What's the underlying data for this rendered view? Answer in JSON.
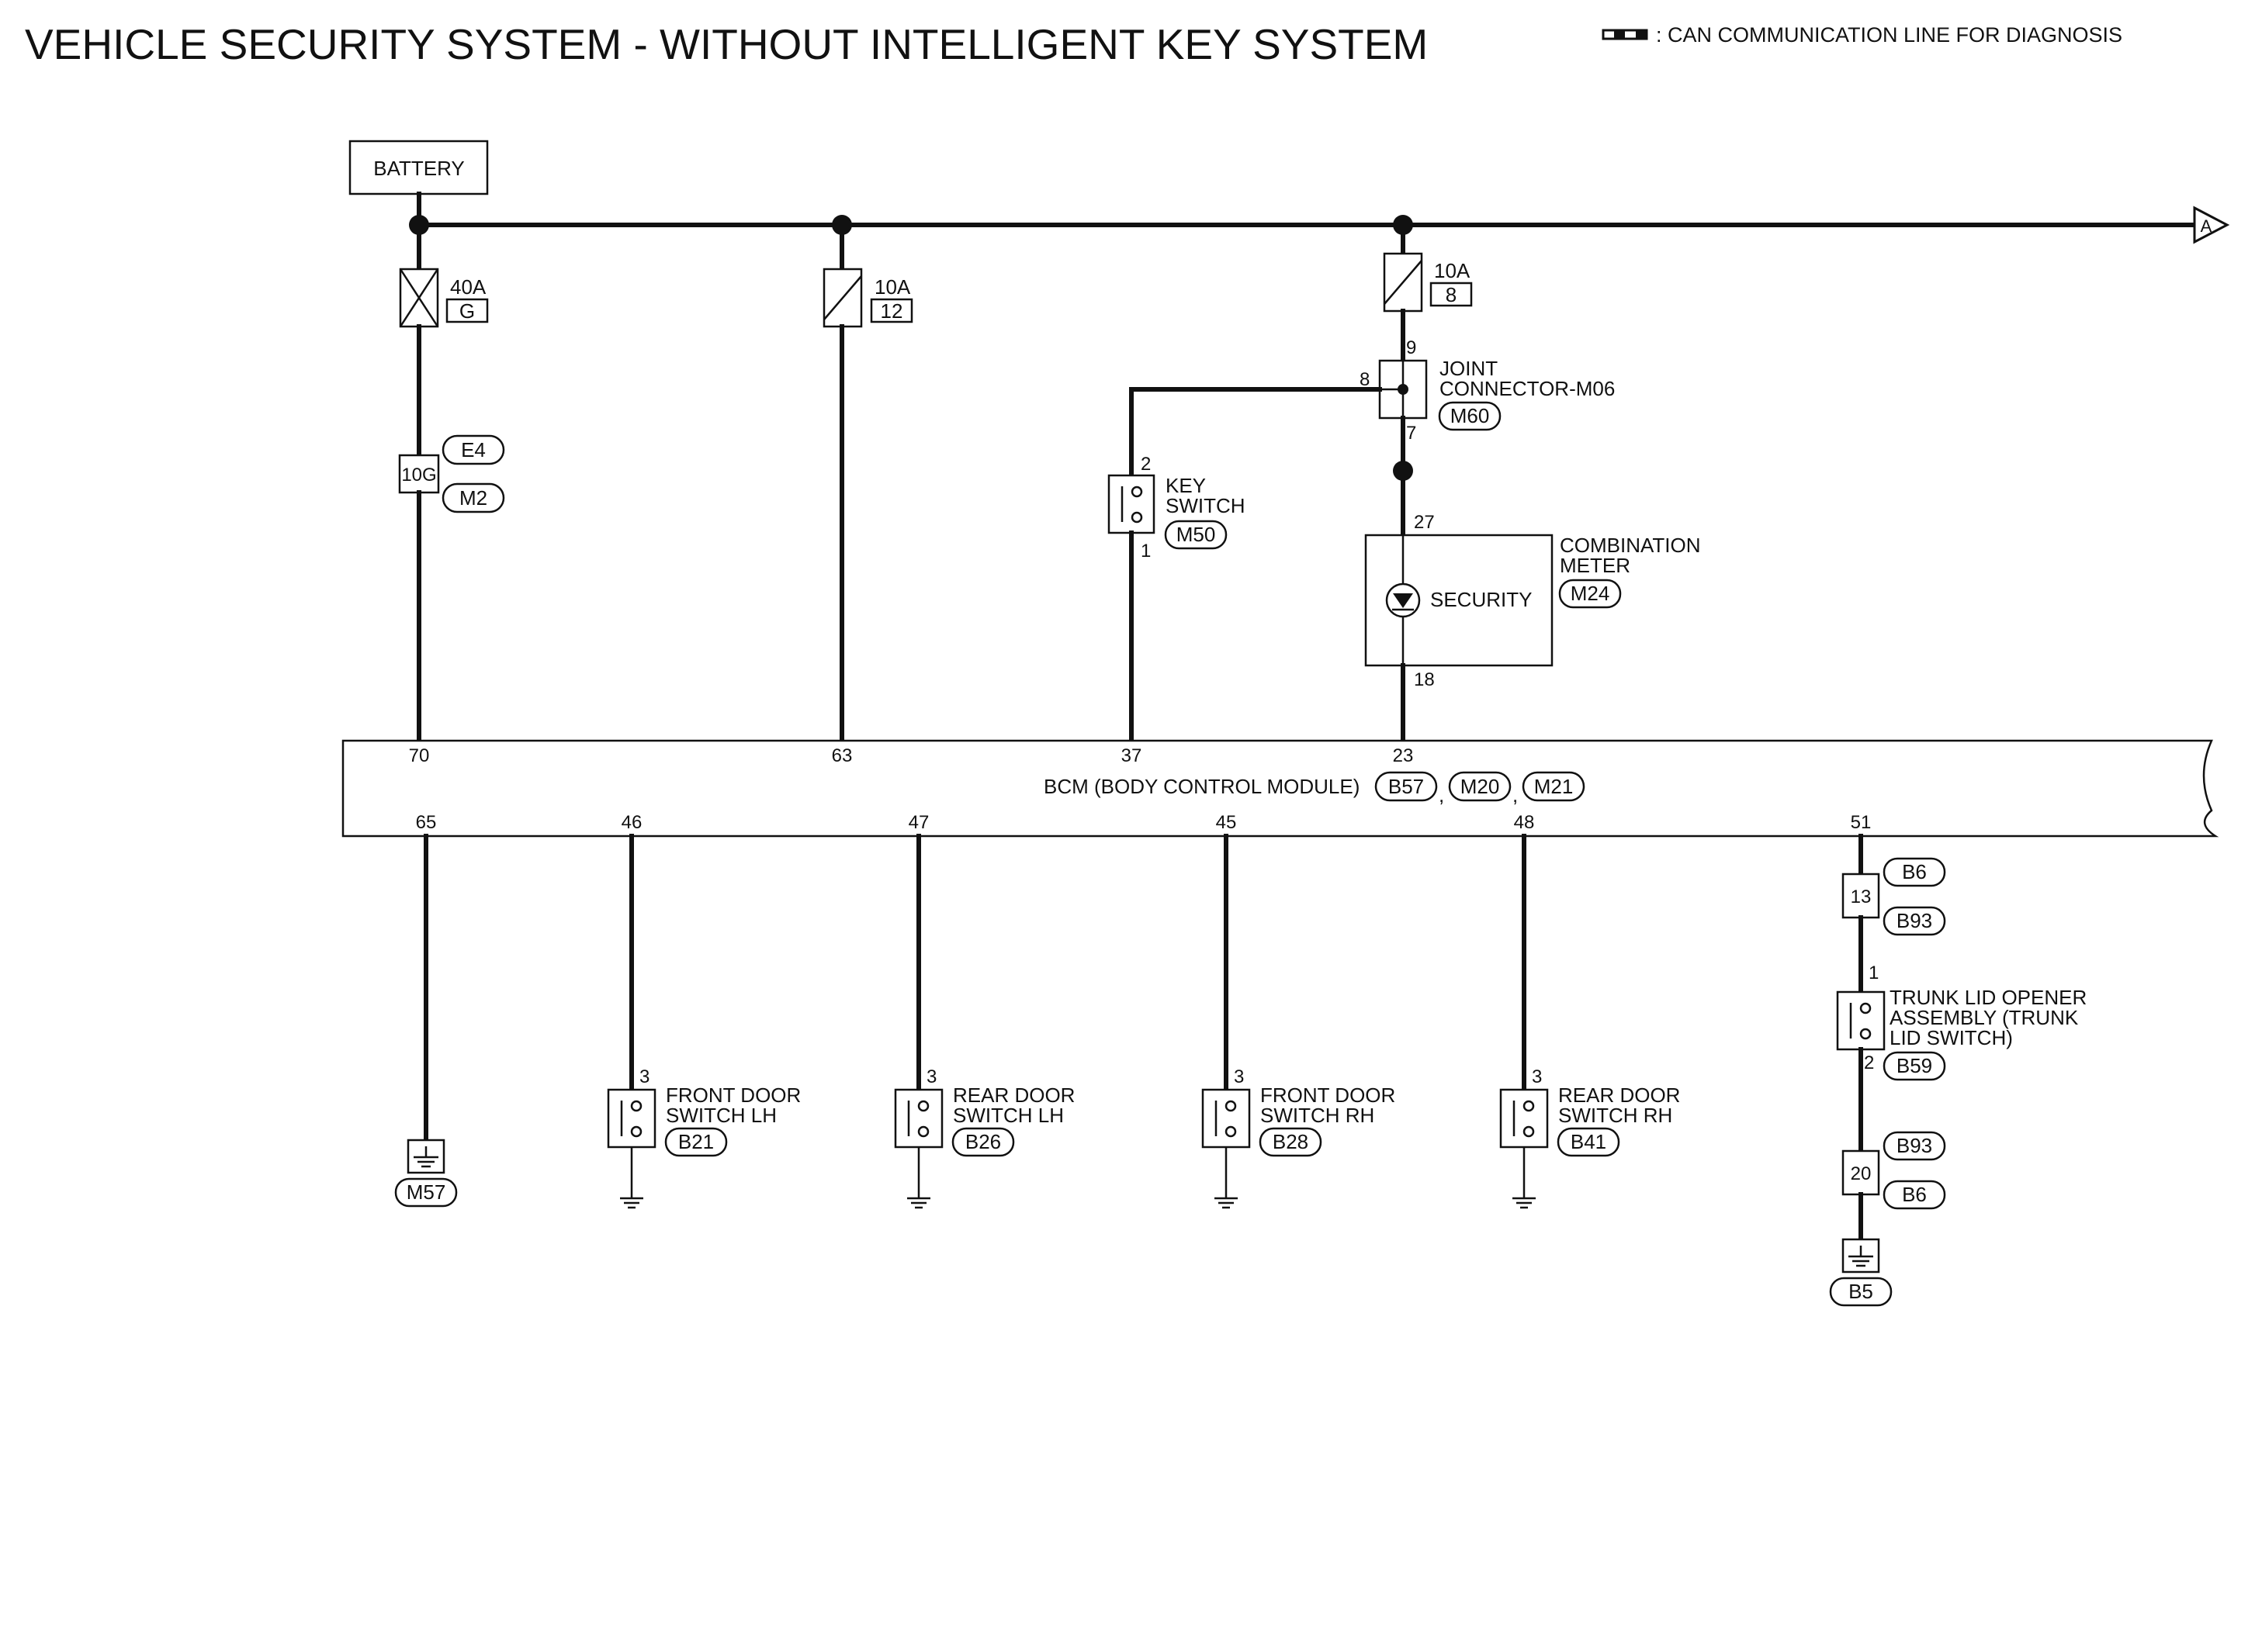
{
  "title": "VEHICLE SECURITY SYSTEM - WITHOUT INTELLIGENT KEY SYSTEM",
  "legend": {
    "text": ": CAN COMMUNICATION LINE FOR DIAGNOSIS"
  },
  "battery": {
    "label": "BATTERY"
  },
  "continuation": {
    "label": "A"
  },
  "fuses": [
    {
      "amp": "40A",
      "id": "G"
    },
    {
      "amp": "10A",
      "id": "12"
    },
    {
      "amp": "10A",
      "id": "8"
    }
  ],
  "inline_connectors": {
    "battery_feed": {
      "pin": "10G",
      "conn_top": "E4",
      "conn_bottom": "M2"
    },
    "trunk_upper": {
      "pin": "13",
      "conn_top": "B6",
      "conn_bottom": "B93"
    },
    "trunk_lower": {
      "pin": "20",
      "conn_top": "B93",
      "conn_bottom": "B6"
    }
  },
  "joint_connector": {
    "label_line1": "JOINT",
    "label_line2": "CONNECTOR-M06",
    "conn": "M60",
    "pin_in": "9",
    "pin_side": "8",
    "pin_out": "7"
  },
  "key_switch": {
    "label_line1": "KEY",
    "label_line2": "SWITCH",
    "conn": "M50",
    "pin_top": "2",
    "pin_bottom": "1"
  },
  "combination_meter": {
    "label_line1": "COMBINATION",
    "label_line2": "METER",
    "conn": "M24",
    "indicator": "SECURITY",
    "pin_top": "27",
    "pin_bottom": "18"
  },
  "bcm": {
    "label": "BCM (BODY CONTROL MODULE)",
    "connectors": [
      "B57",
      "M20",
      "M21"
    ],
    "separator": ",",
    "top_pins": [
      "70",
      "63",
      "37",
      "23"
    ],
    "bottom_pins": [
      "65",
      "46",
      "47",
      "45",
      "48",
      "51"
    ]
  },
  "ground_bcm": {
    "conn": "M57"
  },
  "door_switches": [
    {
      "label_line1": "FRONT DOOR",
      "label_line2": "SWITCH LH",
      "conn": "B21",
      "pin": "3"
    },
    {
      "label_line1": "REAR DOOR",
      "label_line2": "SWITCH LH",
      "conn": "B26",
      "pin": "3"
    },
    {
      "label_line1": "FRONT DOOR",
      "label_line2": "SWITCH RH",
      "conn": "B28",
      "pin": "3"
    },
    {
      "label_line1": "REAR DOOR",
      "label_line2": "SWITCH RH",
      "conn": "B41",
      "pin": "3"
    }
  ],
  "trunk_switch": {
    "label_line1": "TRUNK LID OPENER",
    "label_line2": "ASSEMBLY (TRUNK",
    "label_line3": "LID SWITCH)",
    "conn": "B59",
    "pin_top": "1",
    "pin_bottom": "2"
  },
  "ground_trunk": {
    "conn": "B5"
  }
}
